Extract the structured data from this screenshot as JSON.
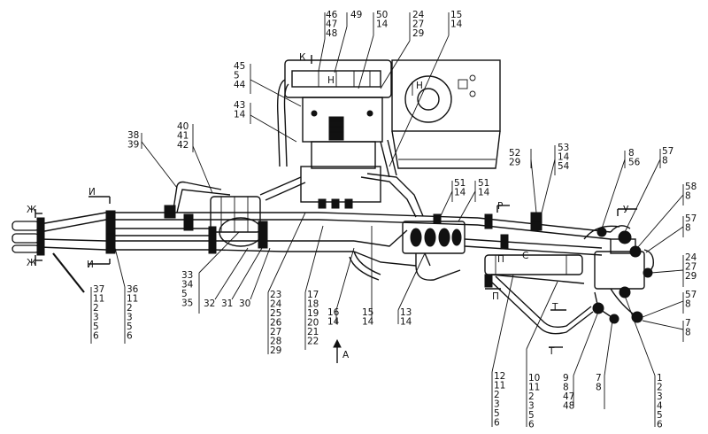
{
  "diagram": {
    "section_marks": {
      "zh_left_top": "Ж",
      "zh_left_bottom": "Ж",
      "i_top": "И",
      "i_bottom": "И",
      "k": "К",
      "n_upper": "Н",
      "n_tank": "Н",
      "r": "Р",
      "s": "С",
      "u": "У",
      "p_left": "П",
      "p_right": "П",
      "t_top": "Т",
      "t_bottom": "Т",
      "arrow_a": "А"
    },
    "callouts": [
      {
        "id": "c46",
        "lines": [
          "46",
          "47",
          "48"
        ]
      },
      {
        "id": "c49",
        "lines": [
          "49"
        ]
      },
      {
        "id": "c50",
        "lines": [
          "50",
          "14"
        ]
      },
      {
        "id": "c24t",
        "lines": [
          "24",
          "27",
          "29"
        ]
      },
      {
        "id": "c15t",
        "lines": [
          "15",
          "14"
        ]
      },
      {
        "id": "c45",
        "lines": [
          "45",
          "5",
          "44"
        ]
      },
      {
        "id": "c43",
        "lines": [
          "43",
          "14"
        ]
      },
      {
        "id": "c40",
        "lines": [
          "40",
          "41",
          "42"
        ]
      },
      {
        "id": "c38",
        "lines": [
          "38",
          "39"
        ]
      },
      {
        "id": "c52",
        "lines": [
          "52",
          "29"
        ]
      },
      {
        "id": "c53",
        "lines": [
          "53",
          "14",
          "54"
        ]
      },
      {
        "id": "c8a",
        "lines": [
          "8",
          "56"
        ]
      },
      {
        "id": "c57a",
        "lines": [
          "57",
          "8"
        ]
      },
      {
        "id": "c58",
        "lines": [
          "58",
          "8"
        ]
      },
      {
        "id": "c57b",
        "lines": [
          "57",
          "8"
        ]
      },
      {
        "id": "c24r",
        "lines": [
          "24",
          "27",
          "29"
        ]
      },
      {
        "id": "c57c",
        "lines": [
          "57",
          "8"
        ]
      },
      {
        "id": "c7r",
        "lines": [
          "7",
          "8"
        ]
      },
      {
        "id": "c51a",
        "lines": [
          "51",
          "14"
        ]
      },
      {
        "id": "c51b",
        "lines": [
          "51",
          "14"
        ]
      },
      {
        "id": "c37",
        "lines": [
          "37",
          "11",
          "2",
          "3",
          "5",
          "6"
        ]
      },
      {
        "id": "c36",
        "lines": [
          "36",
          "11",
          "2",
          "3",
          "5",
          "6"
        ]
      },
      {
        "id": "c33",
        "lines": [
          "33",
          "34",
          "5",
          "35"
        ]
      },
      {
        "id": "c32",
        "lines": [
          "32"
        ]
      },
      {
        "id": "c31",
        "lines": [
          "31"
        ]
      },
      {
        "id": "c30",
        "lines": [
          "30"
        ]
      },
      {
        "id": "c23",
        "lines": [
          "23",
          "24",
          "25",
          "26",
          "27",
          "28",
          "29"
        ]
      },
      {
        "id": "c17",
        "lines": [
          "17",
          "18",
          "19",
          "20",
          "21",
          "22"
        ]
      },
      {
        "id": "c16",
        "lines": [
          "16",
          "14"
        ]
      },
      {
        "id": "c15b",
        "lines": [
          "15",
          "14"
        ]
      },
      {
        "id": "c13",
        "lines": [
          "13",
          "14"
        ]
      },
      {
        "id": "c12",
        "lines": [
          "12",
          "11",
          "2",
          "3",
          "5",
          "6"
        ]
      },
      {
        "id": "c10",
        "lines": [
          "10",
          "11",
          "2",
          "3",
          "5",
          "6"
        ]
      },
      {
        "id": "c9",
        "lines": [
          "9",
          "8",
          "47",
          "48"
        ]
      },
      {
        "id": "c7b",
        "lines": [
          "7",
          "8"
        ]
      },
      {
        "id": "c1",
        "lines": [
          "1",
          "2",
          "3",
          "4",
          "5",
          "6"
        ]
      }
    ]
  }
}
